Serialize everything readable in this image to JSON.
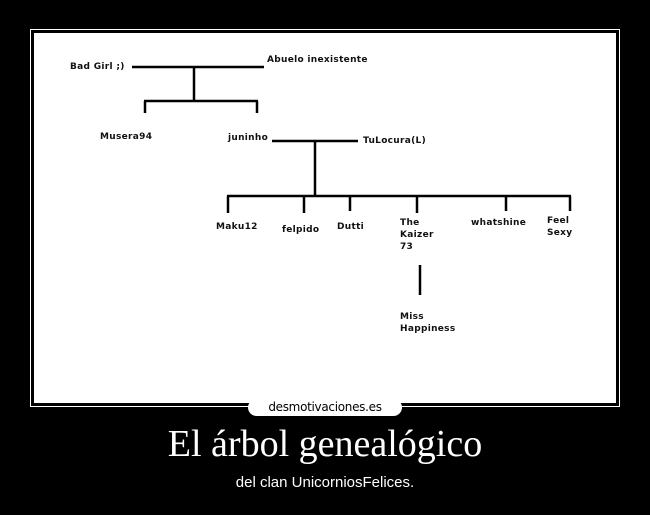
{
  "diagram": {
    "nodes": {
      "bad_girl": "Bad Girl ;)",
      "abuelo": "Abuelo inexistente",
      "musera": "Musera94",
      "juninho": "juninho",
      "tulocura": "TuLocura(L)",
      "maku": "Maku12",
      "felpido": "felpido",
      "dutti": "Dutti",
      "kaizer": "The\nKaizer\n73",
      "whatshine": "whatshine",
      "feel_sexy": "Feel\nSexy",
      "miss_happiness": "Miss\nHappiness"
    }
  },
  "watermark": "desmotivaciones.es",
  "poster": {
    "title": "El árbol genealógico",
    "subtitle": "del clan UnicorniosFelices."
  }
}
